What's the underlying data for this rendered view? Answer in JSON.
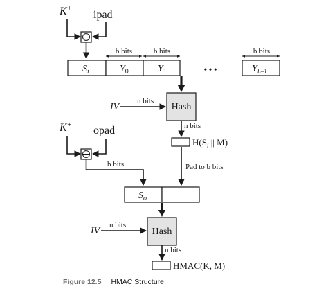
{
  "diagram": {
    "key_top": "K",
    "key_top_sup": "+",
    "ipad": "ipad",
    "xor_symbol": "⊕",
    "bits_label": "b bits",
    "blocks": {
      "s_i": "S",
      "s_i_sub": "i",
      "y0": "Y",
      "y0_sub": "0",
      "y1": "Y",
      "y1_sub": "1",
      "ellipsis": "•   •   •",
      "yl": "Y",
      "yl_sub": "L–1"
    },
    "iv": "IV",
    "n_bits": "n bits",
    "hash": "Hash",
    "inner_hash": "H(S",
    "inner_hash_sub": "i",
    "inner_hash_rest": " || M)",
    "key_bottom": "K",
    "key_bottom_sup": "+",
    "opad": "opad",
    "pad_to_b_bits": "Pad to b bits",
    "s_o": "S",
    "s_o_sub": "o",
    "hmac_output": "HMAC(K, M)"
  },
  "caption": {
    "figure_number": "Figure 12.5",
    "title": "HMAC Structure"
  }
}
